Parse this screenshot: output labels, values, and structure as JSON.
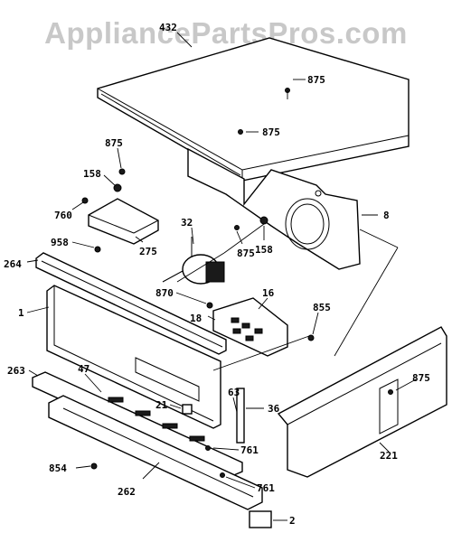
{
  "watermark": "AppliancePartsPros.com",
  "callouts": {
    "p432": "432",
    "p875a": "875",
    "p875b": "875",
    "p875c": "875",
    "p875d": "875",
    "p875e": "875",
    "p158a": "158",
    "p158b": "158",
    "p760": "760",
    "p275": "275",
    "p32": "32",
    "p8": "8",
    "p958": "958",
    "p264": "264",
    "p870": "870",
    "p16": "16",
    "p18": "18",
    "p855": "855",
    "p1": "1",
    "p263": "263",
    "p47": "47",
    "p21": "21",
    "p63": "63",
    "p36": "36",
    "p761a": "761",
    "p761b": "761",
    "p221": "221",
    "p854": "854",
    "p262": "262",
    "p2": "2"
  }
}
